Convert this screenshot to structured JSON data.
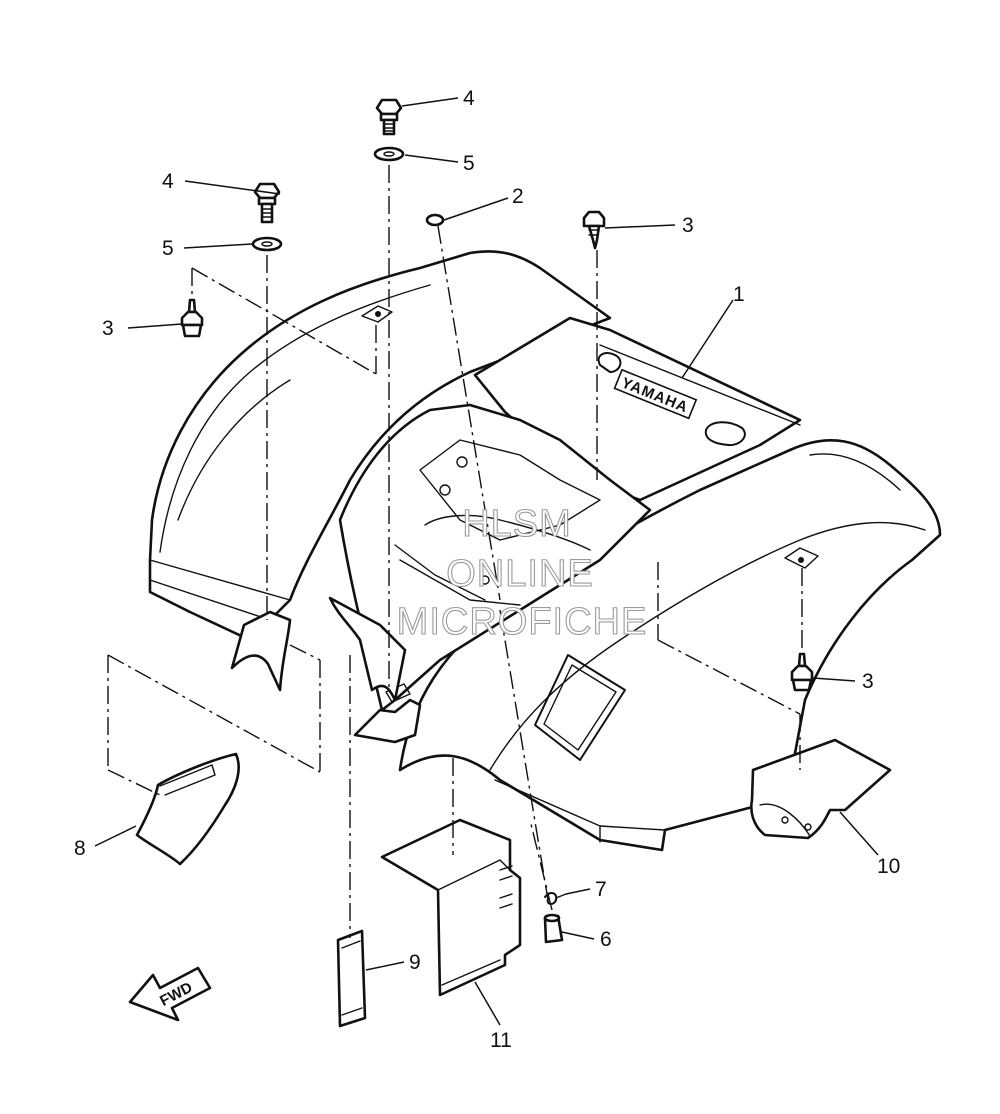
{
  "callouts": [
    {
      "id": "c1",
      "label": "1"
    },
    {
      "id": "c2",
      "label": "2"
    },
    {
      "id": "c3a",
      "label": "3"
    },
    {
      "id": "c3b",
      "label": "3"
    },
    {
      "id": "c3c",
      "label": "3"
    },
    {
      "id": "c4a",
      "label": "4"
    },
    {
      "id": "c4b",
      "label": "4"
    },
    {
      "id": "c5a",
      "label": "5"
    },
    {
      "id": "c5b",
      "label": "5"
    },
    {
      "id": "c6",
      "label": "6"
    },
    {
      "id": "c7",
      "label": "7"
    },
    {
      "id": "c8",
      "label": "8"
    },
    {
      "id": "c9",
      "label": "9"
    },
    {
      "id": "c10",
      "label": "10"
    },
    {
      "id": "c11",
      "label": "11"
    }
  ],
  "fender_logo": "YAMAHA",
  "direction_arrow": "FWD",
  "watermark": [
    "HLSM",
    "ONLINE",
    "MICROFICHE"
  ]
}
